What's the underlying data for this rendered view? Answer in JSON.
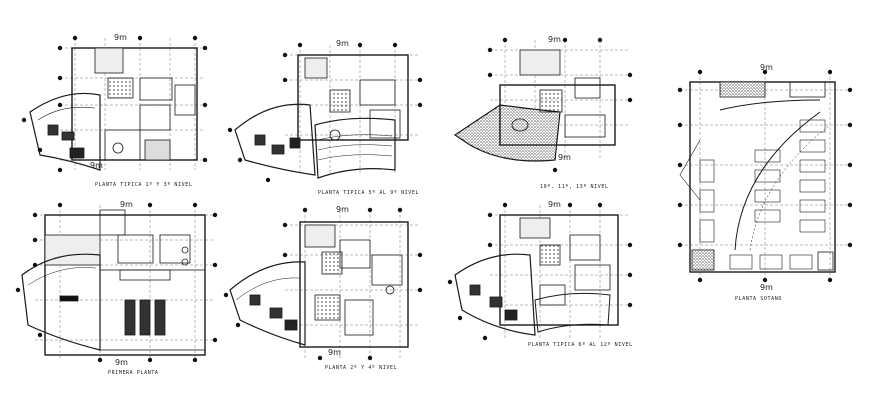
{
  "sheet": {
    "plans": [
      {
        "id": "p1",
        "label": "PLANTA TIPICA 1º Y 3º NIVEL",
        "dim_top": "9m",
        "dim_bottom": "9m"
      },
      {
        "id": "p2",
        "label": "PLANTA TIPICA 5º AL 9º NIVEL",
        "dim_top": "9m",
        "dim_bottom": ""
      },
      {
        "id": "p3",
        "label": "10º, 11º, 13º NIVEL",
        "dim_top": "9m",
        "dim_bottom": "9m"
      },
      {
        "id": "p4",
        "label": "PLANTA SOTANO",
        "dim_top": "9m",
        "dim_bottom": "9m"
      },
      {
        "id": "p5",
        "label": "PRIMERA PLANTA",
        "dim_top": "9m",
        "dim_bottom": "9m"
      },
      {
        "id": "p6",
        "label": "PLANTA 2º Y 4º NIVEL",
        "dim_top": "9m",
        "dim_bottom": "9m"
      },
      {
        "id": "p7",
        "label": "PLANTA TIPICA 6º AL 12º NIVEL",
        "dim_top": "9m",
        "dim_bottom": ""
      }
    ],
    "colors": {
      "ink": "#1a1a1a",
      "paper": "#ffffff"
    }
  }
}
